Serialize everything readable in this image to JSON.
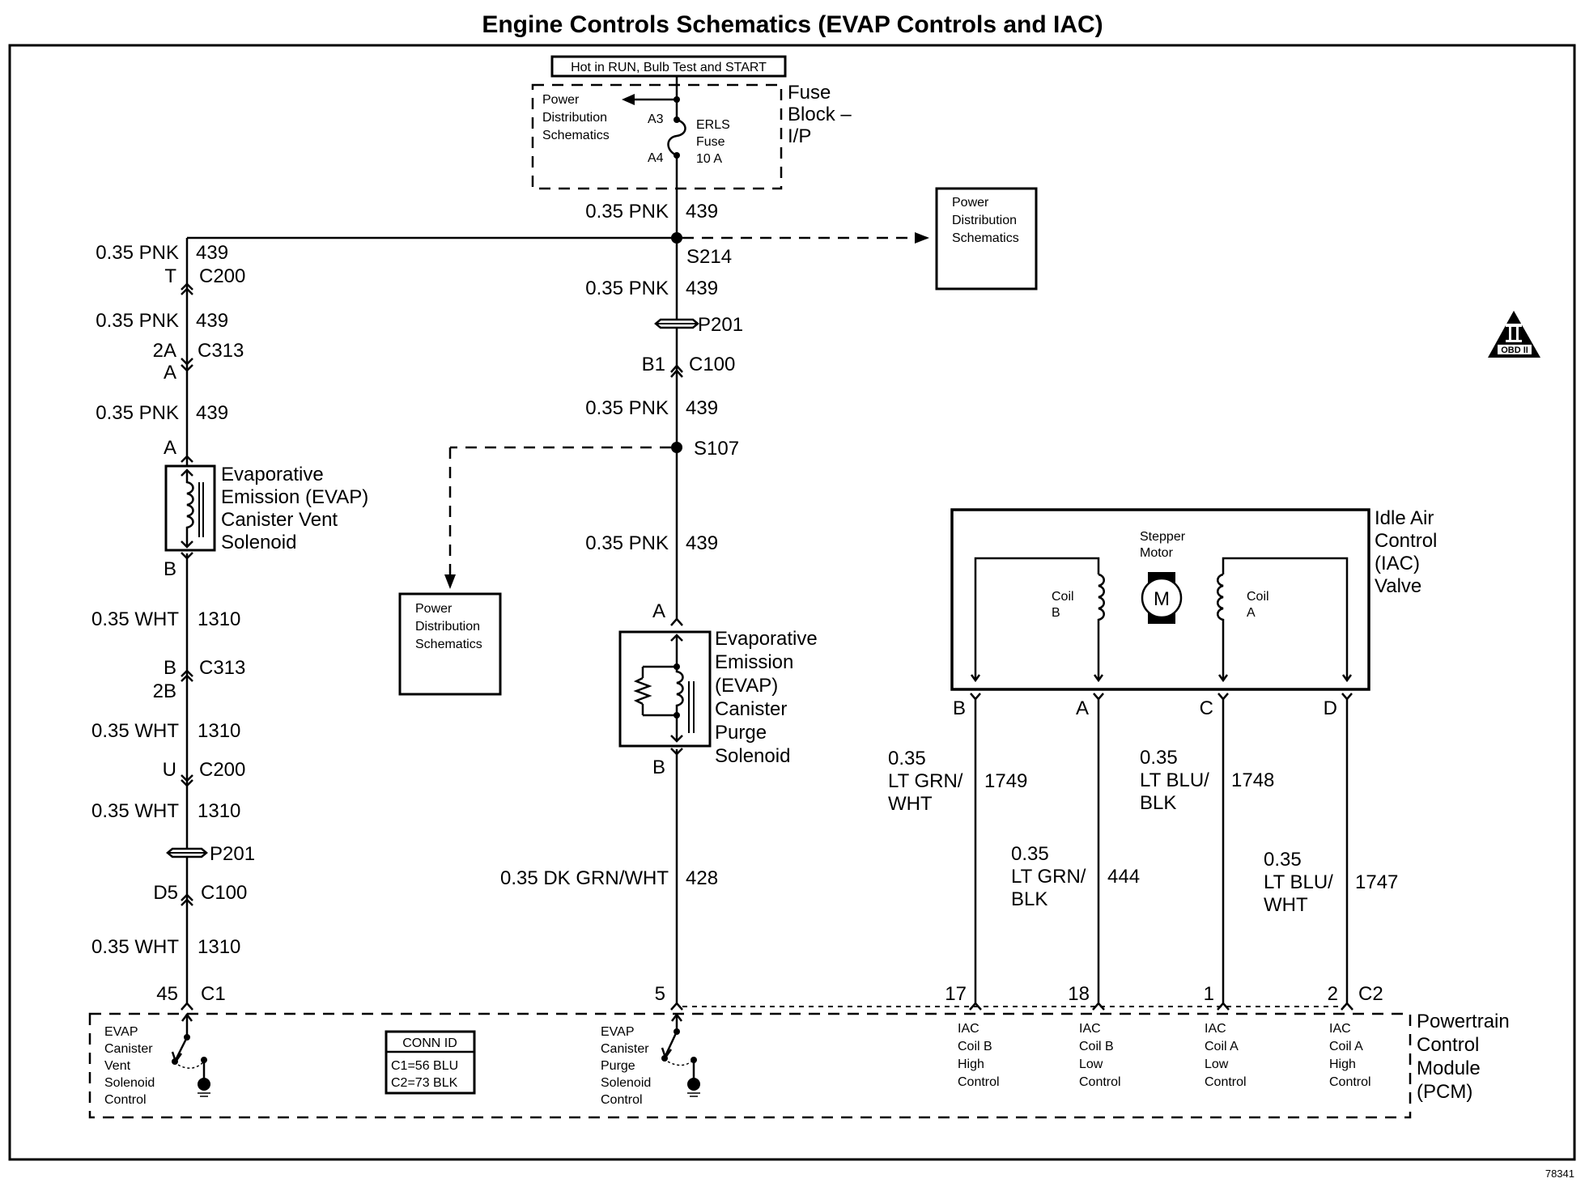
{
  "title": "Engine Controls Schematics (EVAP Controls and IAC)",
  "figure_id": "78341",
  "obd_badge": {
    "numeral": "II",
    "text": "OBD II"
  },
  "fuse_block": {
    "hot_label": "Hot in RUN, Bulb Test and START",
    "name_lines": [
      "Fuse",
      "Block –",
      "I/P"
    ],
    "pds_lines": [
      "Power",
      "Distribution",
      "Schematics"
    ],
    "terminal_top": "A3",
    "terminal_bottom": "A4",
    "fuse_lines": [
      "ERLS",
      "Fuse",
      "10 A"
    ]
  },
  "pds_right": {
    "lines": [
      "Power",
      "Distribution",
      "Schematics"
    ]
  },
  "pds_left": {
    "lines": [
      "Power",
      "Distribution",
      "Schematics"
    ]
  },
  "center_column": {
    "wire_top": {
      "gauge_color": "0.35 PNK",
      "circuit": "439"
    },
    "splice_top": "S214",
    "wire_2": {
      "gauge_color": "0.35 PNK",
      "circuit": "439"
    },
    "pass_through": "P201",
    "connector": {
      "pin": "B1",
      "id": "C100"
    },
    "wire_3": {
      "gauge_color": "0.35 PNK",
      "circuit": "439"
    },
    "splice_bottom": "S107",
    "wire_4": {
      "gauge_color": "0.35 PNK",
      "circuit": "439"
    },
    "solenoid_pin_top": "A",
    "solenoid_pin_bottom": "B",
    "solenoid_lines": [
      "Evaporative",
      "Emission",
      "(EVAP)",
      "Canister",
      "Purge",
      "Solenoid"
    ],
    "wire_5": {
      "gauge_color": "0.35 DK GRN/WHT",
      "circuit": "428"
    },
    "pcm_pin": "5"
  },
  "left_column": {
    "wire_1": {
      "gauge_color": "0.35 PNK",
      "circuit": "439"
    },
    "c200_top": {
      "pin": "T",
      "id": "C200"
    },
    "wire_2": {
      "gauge_color": "0.35 PNK",
      "circuit": "439"
    },
    "c313_top": {
      "pin_upper": "2A",
      "id": "C313",
      "pin_lower": "A"
    },
    "wire_3": {
      "gauge_color": "0.35 PNK",
      "circuit": "439"
    },
    "solenoid_pin_top": "A",
    "solenoid_pin_bottom": "B",
    "solenoid_lines": [
      "Evaporative",
      "Emission (EVAP)",
      "Canister Vent",
      "Solenoid"
    ],
    "wire_4": {
      "gauge_color": "0.35 WHT",
      "circuit": "1310"
    },
    "c313_bottom": {
      "pin_upper": "B",
      "id": "C313",
      "pin_lower": "2B"
    },
    "wire_5": {
      "gauge_color": "0.35 WHT",
      "circuit": "1310"
    },
    "c200_bottom": {
      "pin": "U",
      "id": "C200"
    },
    "wire_6": {
      "gauge_color": "0.35 WHT",
      "circuit": "1310"
    },
    "pass_through": "P201",
    "c100": {
      "pin": "D5",
      "id": "C100"
    },
    "wire_7": {
      "gauge_color": "0.35 WHT",
      "circuit": "1310"
    },
    "pcm": {
      "pin": "45",
      "id": "C1"
    }
  },
  "iac_valve": {
    "name_lines": [
      "Idle Air",
      "Control",
      "(IAC)",
      "Valve"
    ],
    "motor_lines": [
      "Stepper",
      "Motor"
    ],
    "motor_symbol": "M",
    "coil_b_lines": [
      "Coil",
      "B"
    ],
    "coil_a_lines": [
      "Coil",
      "A"
    ],
    "pins": [
      "B",
      "A",
      "C",
      "D"
    ],
    "wires": [
      {
        "gauge": "0.35",
        "color_lines": [
          "LT GRN/",
          "WHT"
        ],
        "circuit": "1749",
        "pcm_pin": "17"
      },
      {
        "gauge": "0.35",
        "color_lines": [
          "LT GRN/",
          "BLK"
        ],
        "circuit": "444",
        "pcm_pin": "18"
      },
      {
        "gauge": "0.35",
        "color_lines": [
          "LT BLU/",
          "BLK"
        ],
        "circuit": "1748",
        "pcm_pin": "1"
      },
      {
        "gauge": "0.35",
        "color_lines": [
          "LT BLU/",
          "WHT"
        ],
        "circuit": "1747",
        "pcm_pin": "2"
      }
    ],
    "pcm_connector": "C2"
  },
  "pcm": {
    "name_lines": [
      "Powertrain",
      "Control",
      "Module",
      "(PCM)"
    ],
    "vent_control_lines": [
      "EVAP",
      "Canister",
      "Vent",
      "Solenoid",
      "Control"
    ],
    "purge_control_lines": [
      "EVAP",
      "Canister",
      "Purge",
      "Solenoid",
      "Control"
    ],
    "conn_id": {
      "header": "CONN ID",
      "rows": [
        "C1=56 BLU",
        "C2=73 BLK"
      ]
    },
    "iac_controls": [
      [
        "IAC",
        "Coil B",
        "High",
        "Control"
      ],
      [
        "IAC",
        "Coil B",
        "Low",
        "Control"
      ],
      [
        "IAC",
        "Coil A",
        "Low",
        "Control"
      ],
      [
        "IAC",
        "Coil A",
        "High",
        "Control"
      ]
    ]
  }
}
